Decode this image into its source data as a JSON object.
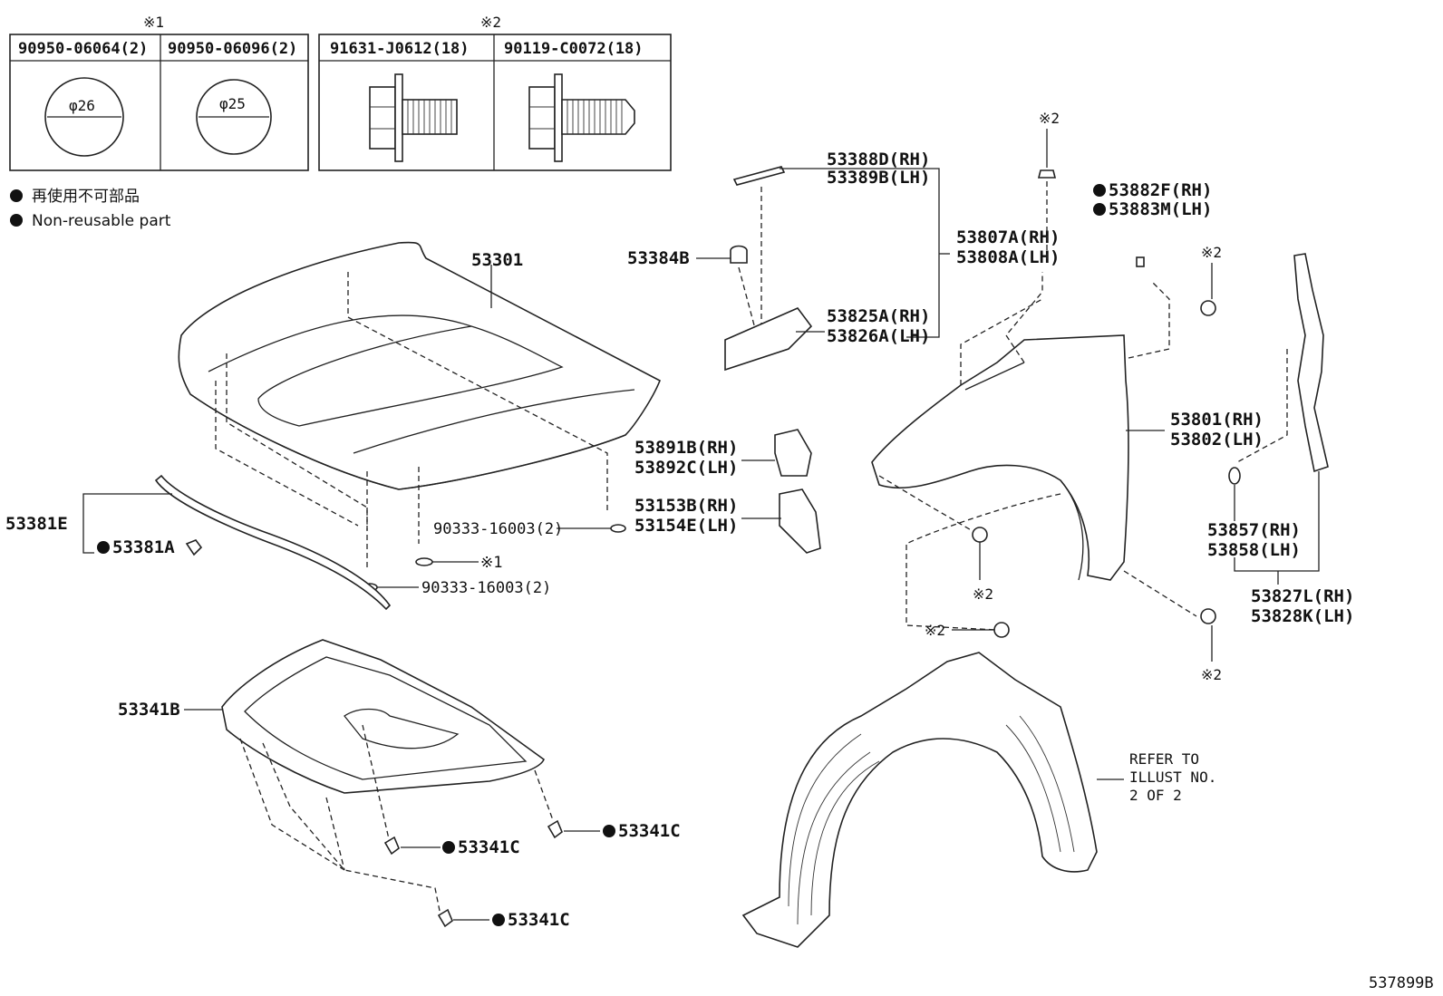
{
  "fastener_table": {
    "group1": {
      "mark": "※1",
      "headers": [
        "90950-06064(2)",
        "90950-06096(2)"
      ],
      "dims": [
        "φ26",
        "φ25"
      ]
    },
    "group2": {
      "mark": "※2",
      "headers": [
        "91631-J0612(18)",
        "90119-C0072(18)"
      ]
    }
  },
  "legend": {
    "jp": "再使用不可部品",
    "en": "Non-reusable part"
  },
  "parts": {
    "hood": "53301",
    "seal": "53381E",
    "clip_53381a": "53381A",
    "cushion_top_1": "90333-16003(2)",
    "cushion_mid": "※1",
    "cushion_bottom": "90333-16003(2)",
    "insulator": "53341B",
    "clip_c1": "53341C",
    "clip_c2": "53341C",
    "clip_c3": "53341C",
    "stopper": "53384B",
    "cover_rh": "53388D(RH)",
    "cover_lh": "53389B(LH)",
    "bracket_group_rh": "53807A(RH)",
    "bracket_group_lh": "53808A(LH)",
    "bracket_rh": "53825A(RH)",
    "bracket_lh": "53826A(LH)",
    "pad1_rh": "53891B(RH)",
    "pad1_lh": "53892C(LH)",
    "pad2_rh": "53153B(RH)",
    "pad2_lh": "53154E(LH)",
    "fender_rh": "53801(RH)",
    "fender_lh": "53802(LH)",
    "clip_fender_rh": "53882F(RH)",
    "clip_fender_lh": "53883M(LH)",
    "pad3_rh": "53857(RH)",
    "pad3_lh": "53858(LH)",
    "seal_rh": "53827L(RH)",
    "seal_lh": "53828K(LH)"
  },
  "callouts": {
    "bolt_mark": "※2"
  },
  "refer_note": [
    "REFER TO",
    "ILLUST NO.",
    "2 OF 2"
  ],
  "illustration_id": "537899B"
}
